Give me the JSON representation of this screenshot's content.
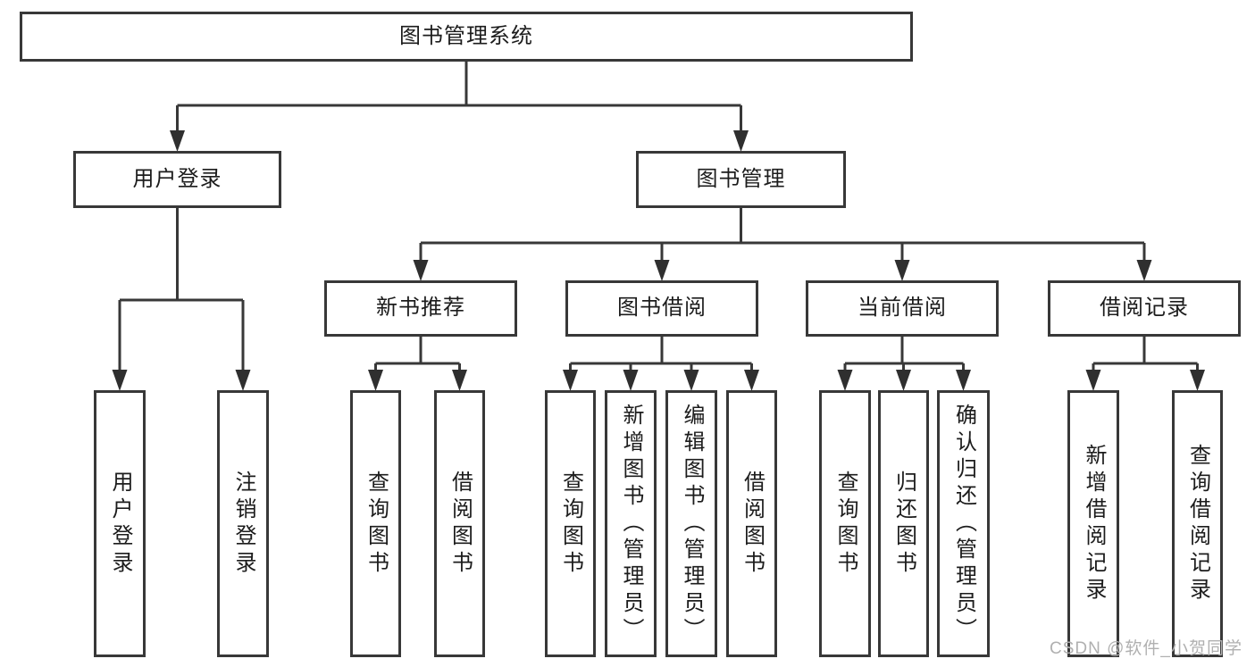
{
  "diagram_type": "hierarchy-tree",
  "colors": {
    "line": "#383838",
    "text": "#1c1c1c",
    "background": "#ffffff",
    "watermark": "#b0b0b0"
  },
  "tree": {
    "root": {
      "label": "图书管理系统"
    },
    "children": [
      {
        "label": "用户登录",
        "children": [
          {
            "label": "用户登录"
          },
          {
            "label": "注销登录"
          }
        ]
      },
      {
        "label": "图书管理",
        "children": [
          {
            "label": "新书推荐",
            "children": [
              {
                "label": "查询图书"
              },
              {
                "label": "借阅图书"
              }
            ]
          },
          {
            "label": "图书借阅",
            "children": [
              {
                "label": "查询图书"
              },
              {
                "label": "新增图书（管理员）"
              },
              {
                "label": "编辑图书（管理员）"
              },
              {
                "label": "借阅图书"
              }
            ]
          },
          {
            "label": "当前借阅",
            "children": [
              {
                "label": "查询图书"
              },
              {
                "label": "归还图书"
              },
              {
                "label": "确认归还（管理员）"
              }
            ]
          },
          {
            "label": "借阅记录",
            "children": [
              {
                "label": "新增借阅记录"
              },
              {
                "label": "查询借阅记录"
              }
            ]
          }
        ]
      }
    ]
  },
  "watermark": {
    "text": "CSDN @软件_小贺同学"
  }
}
